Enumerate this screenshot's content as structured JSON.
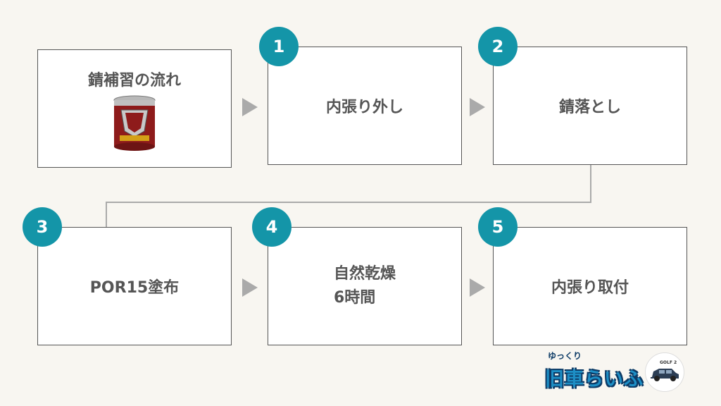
{
  "intro": {
    "title": "錆補習の流れ"
  },
  "steps": [
    {
      "number": "1",
      "label": "内張り外し"
    },
    {
      "number": "2",
      "label": "錆落とし"
    },
    {
      "number": "3",
      "label": "POR15塗布"
    },
    {
      "number": "4",
      "label_line1": "自然乾燥",
      "label_line2": "6時間"
    },
    {
      "number": "5",
      "label": "内張り取付"
    }
  ],
  "logo": {
    "small_text": "ゆっくり",
    "main_text": "旧車らいふ",
    "car_model": "GOLF 2"
  },
  "colors": {
    "badge": "#1495a8",
    "box_border": "#555555",
    "text": "#555555",
    "arrow": "#aaaaaa",
    "background": "#f8f6f1"
  }
}
